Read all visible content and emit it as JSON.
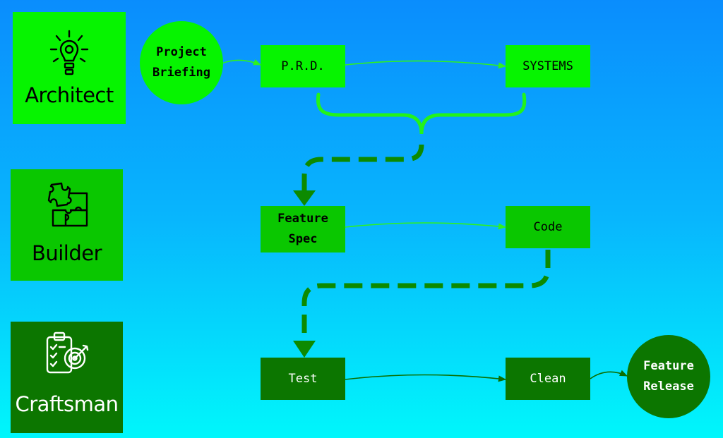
{
  "roles": {
    "architect": {
      "label": "Architect",
      "icon": "lightbulb-gear-icon",
      "color": "#06f400",
      "text_color": "#000000"
    },
    "builder": {
      "label": "Builder",
      "icon": "puzzle-icon",
      "color": "#0ac700",
      "text_color": "#000000"
    },
    "craftsman": {
      "label": "Craftsman",
      "icon": "clipboard-target-icon",
      "color": "#0c7600",
      "text_color": "#ffffff"
    }
  },
  "nodes": {
    "project_briefing": {
      "line1": "Project",
      "line2": "Briefing"
    },
    "prd": {
      "label": "P.R.D."
    },
    "systems": {
      "label": "SYSTEMS"
    },
    "feature_spec": {
      "line1": "Feature",
      "line2": "Spec"
    },
    "code": {
      "label": "Code"
    },
    "test": {
      "label": "Test"
    },
    "clean": {
      "label": "Clean"
    },
    "feature_release": {
      "line1": "Feature",
      "line2": "Release"
    }
  },
  "colors": {
    "architect_green": "#06f400",
    "builder_green": "#0ac700",
    "craftsman_green": "#0c7600",
    "brace_green": "#23f31a",
    "dashed_green": "#0d8a00"
  }
}
